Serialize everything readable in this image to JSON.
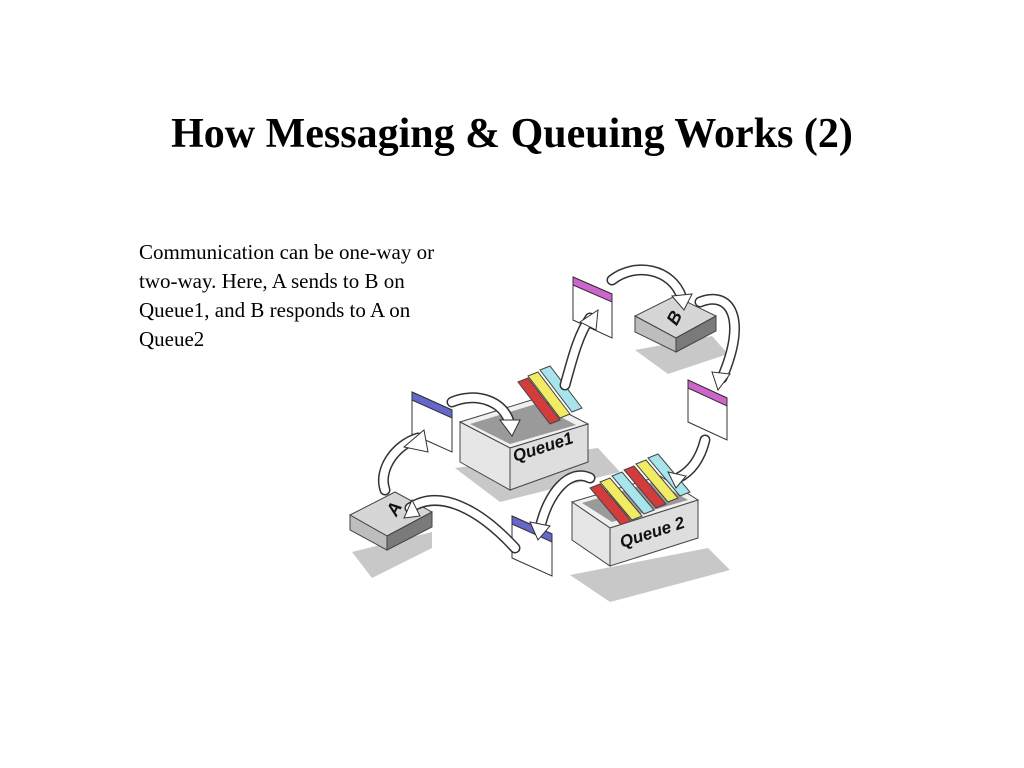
{
  "slide": {
    "title": "How Messaging & Queuing Works (2)",
    "body": "Communication can be one-way or two-way.  Here, A sends to B on Queue1, and B responds to A on Queue2"
  },
  "diagram": {
    "node_a": "A",
    "node_b": "B",
    "queue1": "Queue1",
    "queue2": "Queue 2",
    "colors": {
      "message_purple": "#6666cc",
      "message_magenta": "#cc66cc",
      "msg_red": "#d23c3c",
      "msg_yellow": "#f2ec64",
      "msg_cyan": "#a8e4ec",
      "box_side": "#9a9a9a",
      "shadow": "#c8c8c8"
    }
  }
}
